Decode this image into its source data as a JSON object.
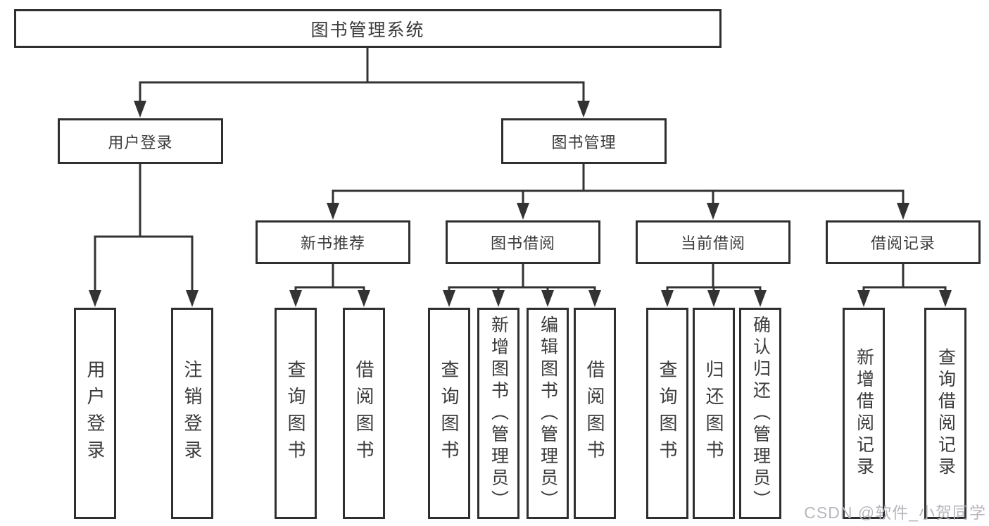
{
  "colors": {
    "background": "#ffffff",
    "box_border": "#2f2f2f",
    "connector_line": "#333333",
    "text": "#3a3a3a",
    "watermark": "#b8b6bc"
  },
  "watermark": {
    "text": "CSDN @软件_小贺同学"
  },
  "tree": {
    "root": {
      "label": "图书管理系统",
      "children": [
        {
          "label": "用户登录",
          "children": [
            {
              "label": "用户登录"
            },
            {
              "label": "注销登录"
            }
          ]
        },
        {
          "label": "图书管理",
          "children": [
            {
              "label": "新书推荐",
              "children": [
                {
                  "label": "查询图书"
                },
                {
                  "label": "借阅图书"
                }
              ]
            },
            {
              "label": "图书借阅",
              "children": [
                {
                  "label": "查询图书"
                },
                {
                  "label": "新增图书（管理员）"
                },
                {
                  "label": "编辑图书（管理员）"
                },
                {
                  "label": "借阅图书"
                }
              ]
            },
            {
              "label": "当前借阅",
              "children": [
                {
                  "label": "查询图书"
                },
                {
                  "label": "归还图书"
                },
                {
                  "label": "确认归还（管理员）"
                }
              ]
            },
            {
              "label": "借阅记录",
              "children": [
                {
                  "label": "新增借阅记录"
                },
                {
                  "label": "查询借阅记录"
                }
              ]
            }
          ]
        }
      ]
    }
  }
}
